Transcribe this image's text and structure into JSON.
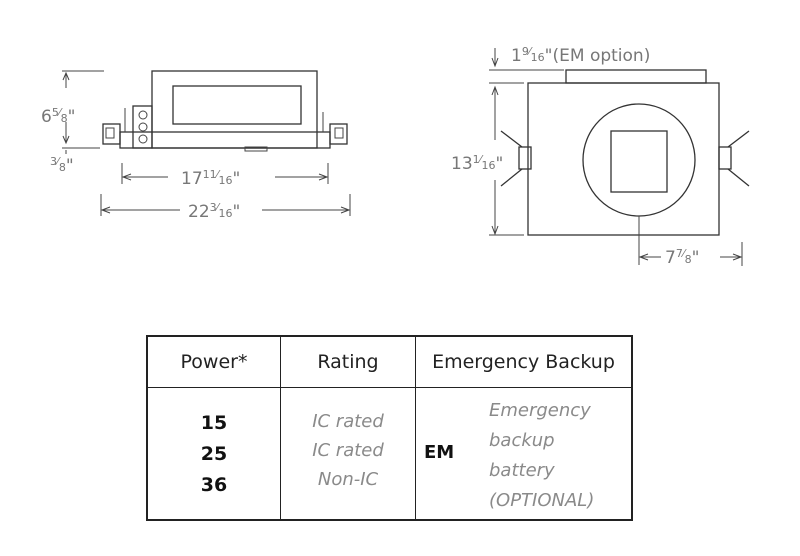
{
  "front_view": {
    "height_whole": "6",
    "height_frac_num": "5",
    "height_frac_den": "8",
    "flange_frac_num": "3",
    "flange_frac_den": "8",
    "inner_width_whole": "17",
    "inner_width_frac_num": "11",
    "inner_width_frac_den": "16",
    "overall_width_whole": "22",
    "overall_width_frac_num": "3",
    "overall_width_frac_den": "16"
  },
  "plan_view": {
    "em_whole": "1",
    "em_frac_num": "9",
    "em_frac_den": "16",
    "em_note": "(EM option)",
    "length_whole": "13",
    "length_frac_num": "1",
    "length_frac_den": "16",
    "offset_whole": "7",
    "offset_frac_num": "7",
    "offset_frac_den": "8"
  },
  "table": {
    "headers": {
      "power": "Power*",
      "rating": "Rating",
      "emergency": "Emergency Backup"
    },
    "power_values": [
      "15",
      "25",
      "36"
    ],
    "ratings": [
      "IC rated",
      "IC rated",
      "Non-IC"
    ],
    "em_code": "EM",
    "em_description": [
      "Emergency",
      "backup",
      "battery",
      "(OPTIONAL)"
    ]
  }
}
